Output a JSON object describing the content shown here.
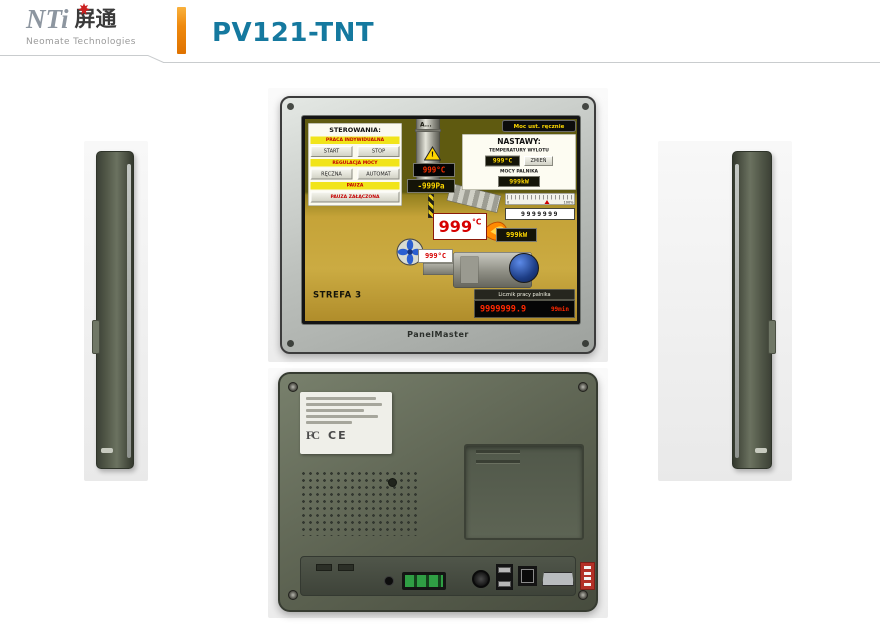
{
  "colors": {
    "accent_orange": "#ef8a0e",
    "title_teal": "#15799f",
    "hmi_gold": "#c49f35",
    "display_red": "#ff3000",
    "display_yellow": "#ffd800"
  },
  "header": {
    "brand": "NTi",
    "brand_cjk": "屏通",
    "brand_subtitle": "Neomate Technologies",
    "product_title": "PV121-TNT"
  },
  "hmi": {
    "control_panel": {
      "title": "STEROWANIA:",
      "section_individual": "PRACA INDYWIDUALNA",
      "btn_start": "START",
      "btn_stop": "STOP",
      "section_power": "REGULACJA MOCY",
      "btn_manual": "RĘCZNA",
      "btn_auto": "AUTOMAT",
      "section_pause": "PAUZA",
      "btn_pause": "PAUZA ZAŁĄCZONA"
    },
    "alarm_label": "A...",
    "warning_mark": "!",
    "pipe_temp": "999°C",
    "pipe_pressure": "-999Pa",
    "btn_power_manual": "Moc ust. ręcznie",
    "settings_panel": {
      "title": "NASTAWY:",
      "temp_label": "TEMPERATURY WYLOTU",
      "temp_value": "999°C",
      "btn_change": "ZMIEŃ",
      "power_label": "MOCY PALNIKA",
      "power_value": "999kW"
    },
    "scale": {
      "min": "0",
      "max": "100%",
      "counter": "9999999"
    },
    "main_temp": "999",
    "main_temp_unit": "°C",
    "burner_power": "999kW",
    "burner_temp": "999°C",
    "zone_label": "STREFA 3",
    "runtime_panel": {
      "title": "Licznik pracy palnika",
      "value": "9999999.9",
      "minutes": "99min"
    },
    "bezel_brand": "PanelMaster"
  },
  "back_panel": {
    "fcc_mark": "FC",
    "ce_mark": "CE"
  }
}
